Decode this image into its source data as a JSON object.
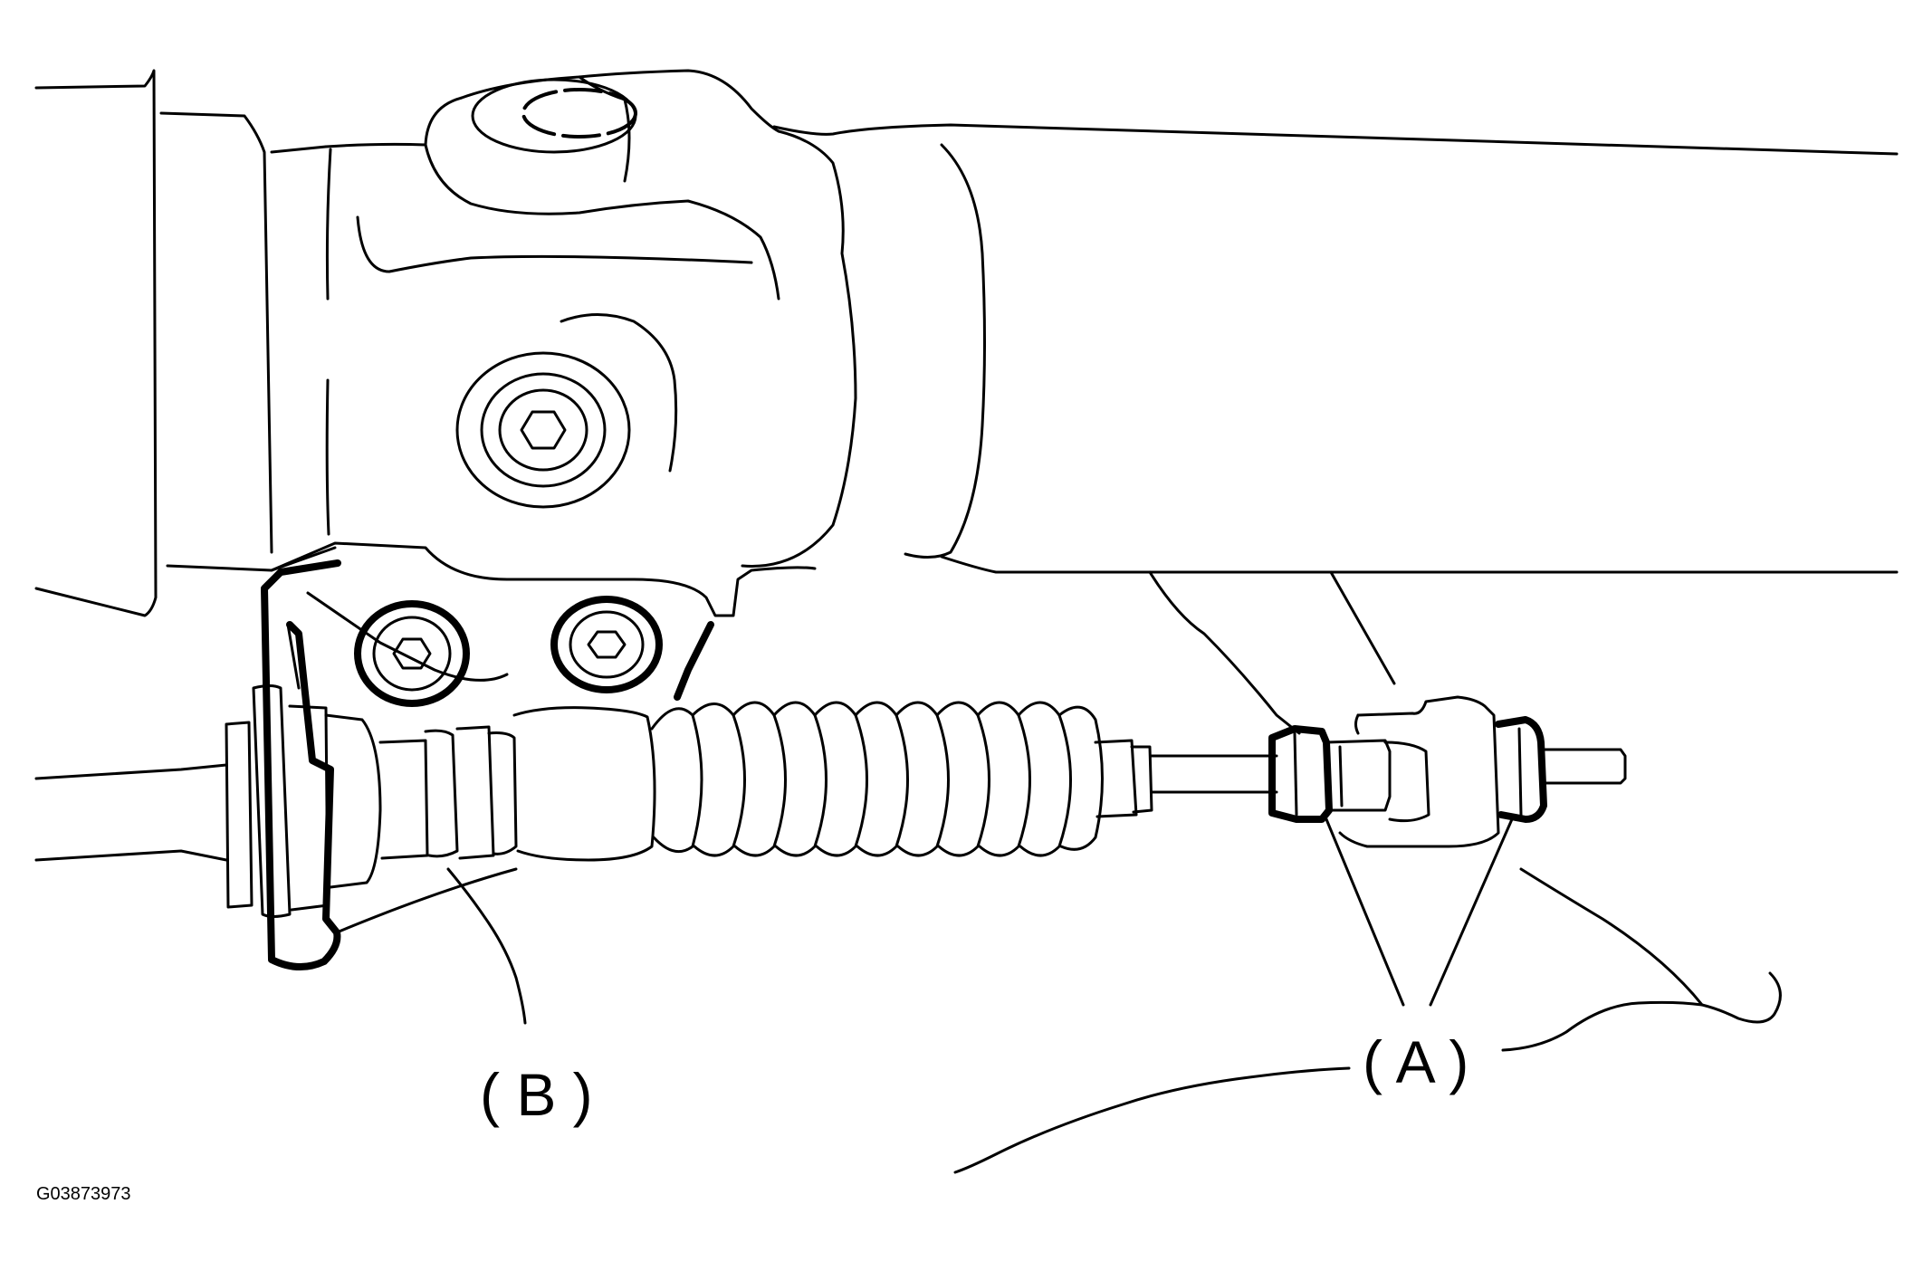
{
  "figure": {
    "id_code": "G03873973",
    "callouts": {
      "a": "( A )",
      "b": "( B )"
    }
  },
  "colors": {
    "line": "#000000",
    "background": "#ffffff"
  }
}
